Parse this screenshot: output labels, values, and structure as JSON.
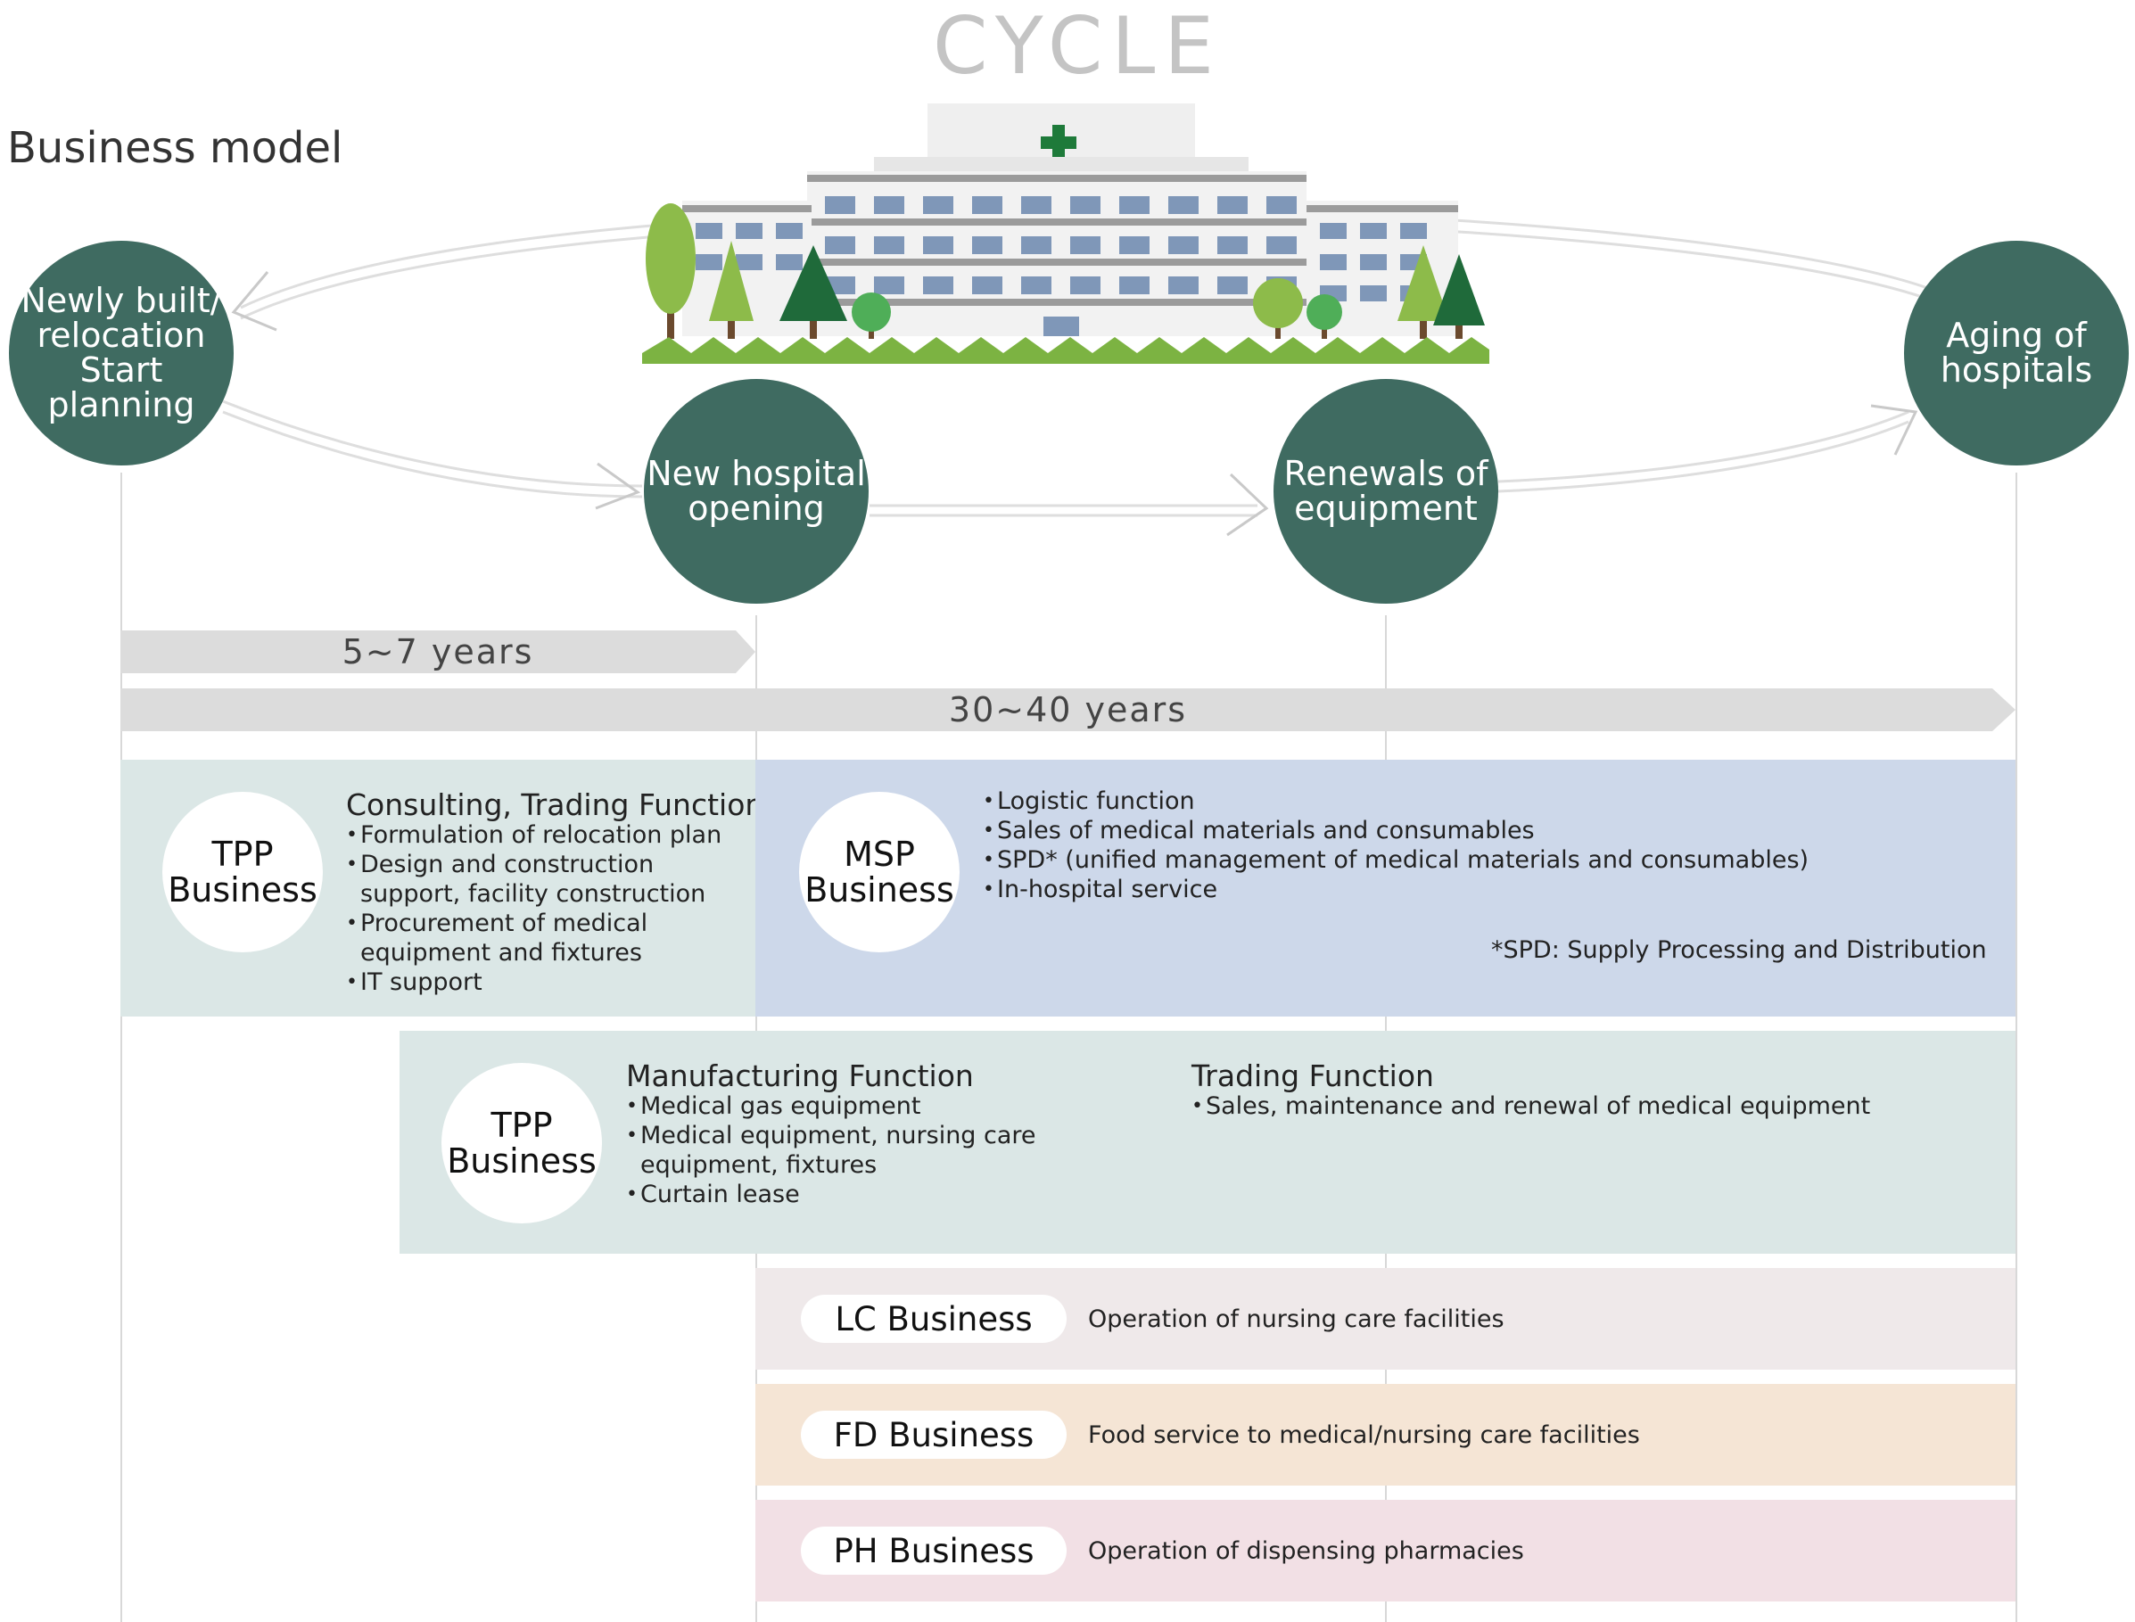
{
  "title": "CYCLE",
  "subtitle": "Business model",
  "stages": [
    {
      "label_lines": [
        "Newly built/",
        "relocation",
        "Start",
        "planning"
      ]
    },
    {
      "label_lines": [
        "New hospital",
        "opening"
      ]
    },
    {
      "label_lines": [
        "Renewals of",
        "equipment"
      ]
    },
    {
      "label_lines": [
        "Aging of",
        "hospitals"
      ]
    }
  ],
  "durations": [
    {
      "label": "5~7 years"
    },
    {
      "label": "30~40 years"
    }
  ],
  "bands": {
    "tpp_top": {
      "badge_lines": [
        "TPP",
        "Business"
      ],
      "color": "#dbe7e6",
      "heading": "Consulting, Trading Function",
      "items": [
        "Formulation of relocation plan",
        "Design and construction support, facility construction",
        "Procurement of medical equipment and fixtures",
        "IT support"
      ]
    },
    "msp": {
      "badge_lines": [
        "MSP",
        "Business"
      ],
      "color": "#cdd8ea",
      "items": [
        "Logistic function",
        "Sales of medical materials and consumables",
        "SPD* (unified management of medical materials and consumables)",
        "In-hospital service"
      ],
      "footnote": "*SPD: Supply Processing and Distribution"
    },
    "tpp_bottom": {
      "badge_lines": [
        "TPP",
        "Business"
      ],
      "color": "#dbe7e6",
      "manufacturing_heading": "Manufacturing Function",
      "manufacturing_items": [
        "Medical gas equipment",
        "Medical equipment, nursing care equipment, fixtures",
        "Curtain lease"
      ],
      "trading_heading": "Trading Function",
      "trading_items": [
        "Sales, maintenance and renewal of medical equipment"
      ]
    },
    "lc": {
      "label": "LC Business",
      "description": "Operation of nursing care facilities",
      "color": "#efe9ea"
    },
    "fd": {
      "label": "FD Business",
      "description": "Food service to medical/nursing care facilities",
      "color": "#f5e5d5"
    },
    "ph": {
      "label": "PH Business",
      "description": "Operation of dispensing pharmacies",
      "color": "#f2e0e5"
    }
  },
  "colors": {
    "circle": "#3f6b61",
    "duration_bar": "#dcdcdc",
    "hospital_cross": "#1e7a3a"
  },
  "illustration": {
    "icon": "hospital-building-icon"
  }
}
